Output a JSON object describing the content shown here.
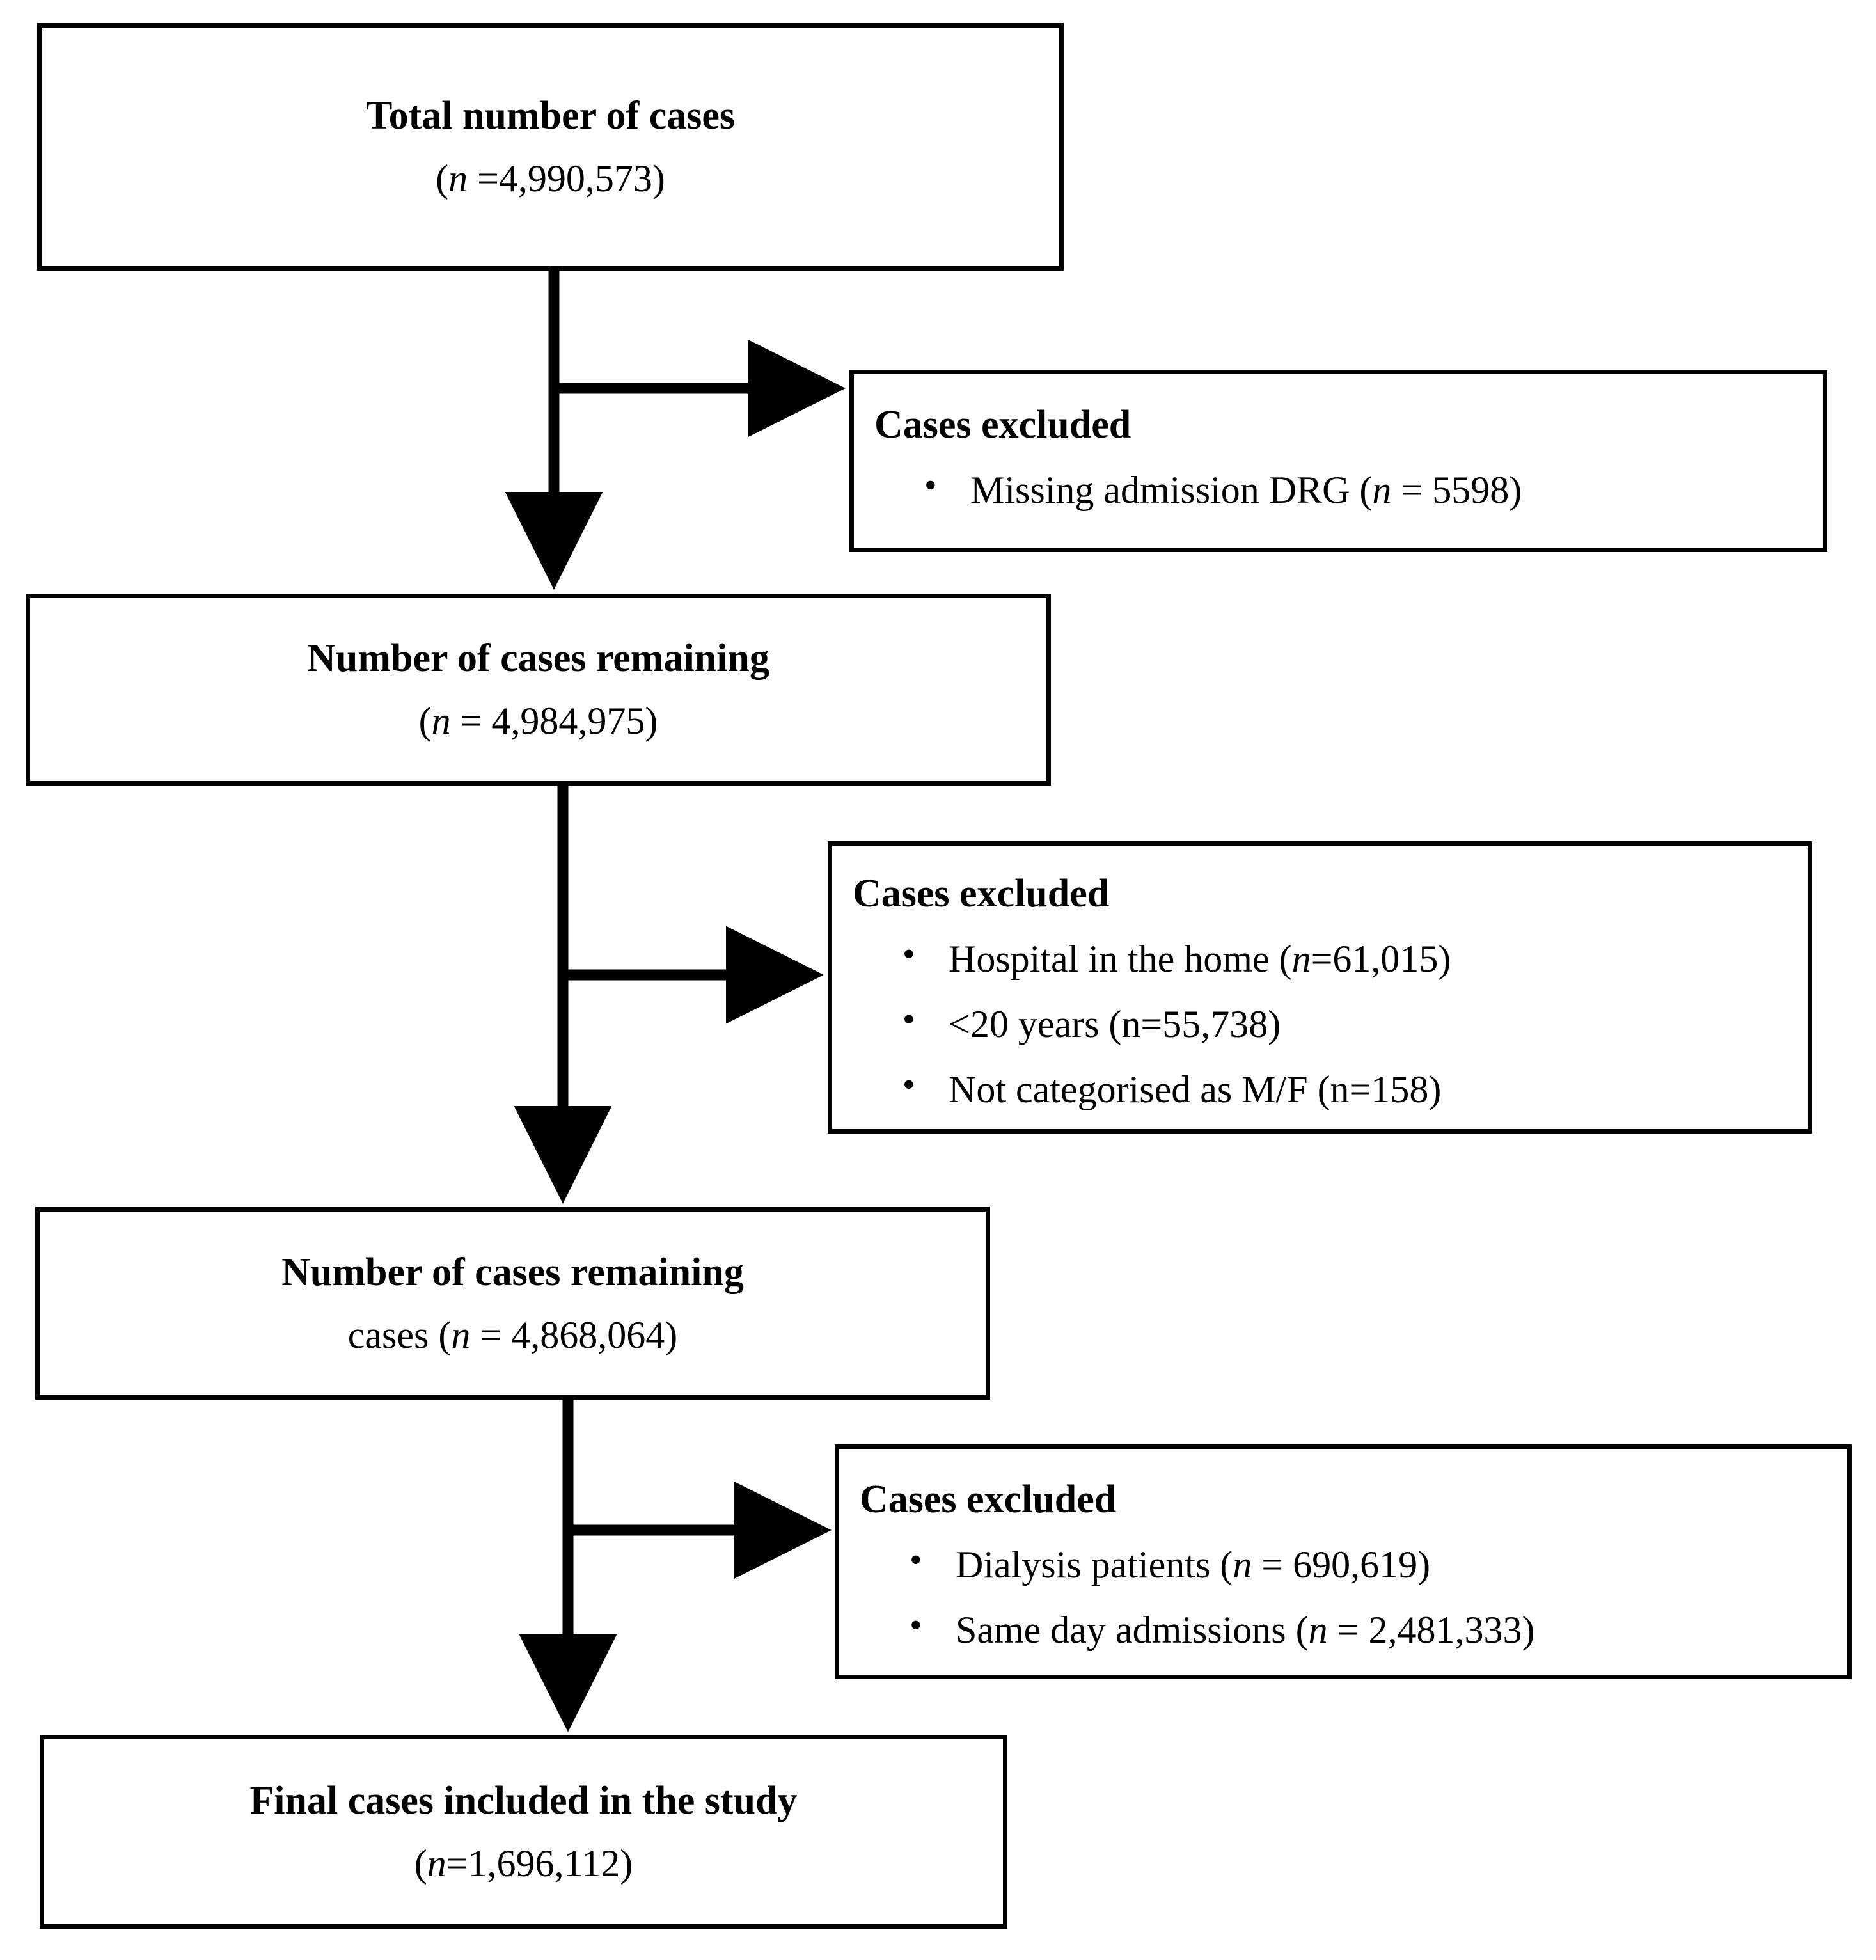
{
  "diagram": {
    "type": "flowchart",
    "title": "Study case selection flow diagram",
    "line_color": "#000000",
    "box_border_color": "#000000",
    "background_color": "#ffffff"
  },
  "nodes": {
    "total_cases": {
      "title": "Total number of cases",
      "sub_prefix": "(",
      "sub_n": "n",
      "sub_rest": " =4,990,573)",
      "value": 4990573
    },
    "remaining_1": {
      "title": "Number of cases remaining",
      "sub_prefix": "(",
      "sub_n": "n",
      "sub_rest": " = 4,984,975)",
      "value": 4984975
    },
    "remaining_2": {
      "title": "Number of cases remaining",
      "sub_prefix": "cases (",
      "sub_n": "n",
      "sub_rest": " = 4,868,064)",
      "value": 4868064
    },
    "final_cases": {
      "title": "Final cases included in the study",
      "sub_prefix": "(",
      "sub_n": "n",
      "sub_rest": "=1,696,112)",
      "value": 1696112
    }
  },
  "exclusions": [
    {
      "heading": "Cases excluded",
      "items": [
        {
          "pre": "Missing admission DRG (",
          "n": "n",
          "post": " = 5598)",
          "label": "Missing admission DRG",
          "value": 5598
        }
      ]
    },
    {
      "heading": "Cases excluded",
      "items": [
        {
          "pre": "Hospital in the home (",
          "n": "n",
          "post": "=61,015)",
          "label": "Hospital in the home",
          "value": 61015
        },
        {
          "pre": "<20 years (n=55,738)",
          "n": "",
          "post": "",
          "label": "<20 years",
          "value": 55738
        },
        {
          "pre": "Not categorised as M/F (n=158)",
          "n": "",
          "post": "",
          "label": "Not categorised as M/F",
          "value": 158
        }
      ]
    },
    {
      "heading": "Cases excluded",
      "items": [
        {
          "pre": "Dialysis patients (",
          "n": "n",
          "post": " = 690,619)",
          "label": "Dialysis patients",
          "value": 690619
        },
        {
          "pre": "Same day admissions (",
          "n": "n",
          "post": " = 2,481,333)",
          "label": "Same day admissions",
          "value": 2481333
        }
      ]
    }
  ]
}
